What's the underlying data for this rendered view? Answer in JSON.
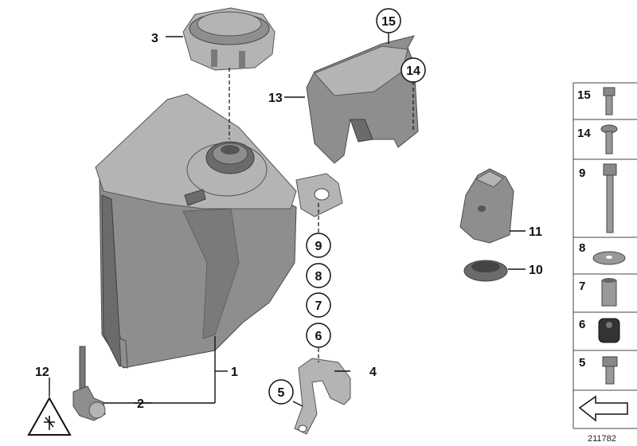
{
  "callouts": {
    "c1": "1",
    "c2": "2",
    "c3": "3",
    "c4": "4",
    "c5": "5",
    "c6": "6",
    "c7": "7",
    "c8": "8",
    "c9": "9",
    "c10": "10",
    "c11": "11",
    "c12": "12",
    "c13": "13",
    "c14": "14",
    "c15": "15"
  },
  "legend": {
    "l15": "15",
    "l14": "14",
    "l9": "9",
    "l8": "8",
    "l7": "7",
    "l6": "6",
    "l5": "5"
  },
  "reference_number": "211782",
  "colors": {
    "part_dark": "#6b6b6b",
    "part_mid": "#8e8e8e",
    "part_light": "#b4b4b4",
    "line": "#111111"
  }
}
